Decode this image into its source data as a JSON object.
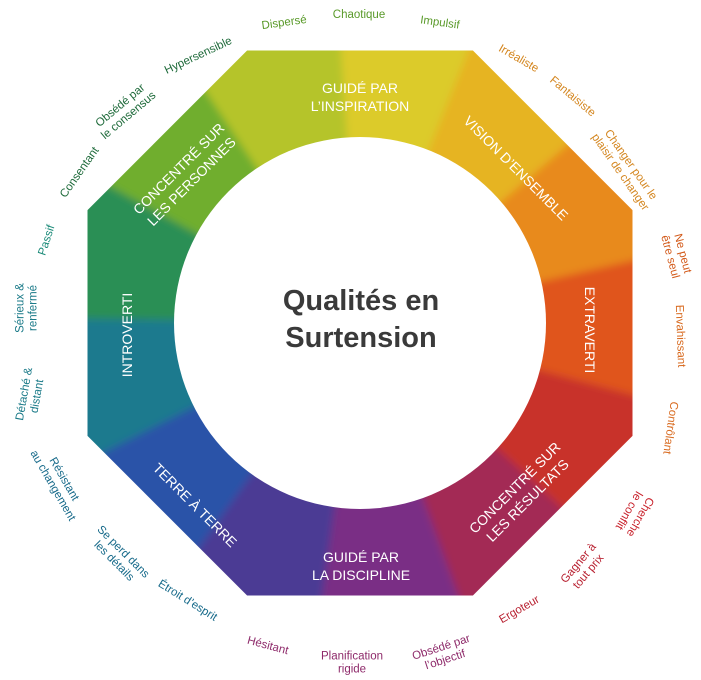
{
  "center_title": [
    "Qualités en",
    "Surtension"
  ],
  "segments": [
    {
      "label": [
        "GUIDÉ PAR",
        "L’INSPIRATION"
      ]
    },
    {
      "label": [
        "VISION D’ENSEMBLE"
      ]
    },
    {
      "label": [
        "EXTRAVERTI"
      ]
    },
    {
      "label": [
        "CONCENTRÉ SUR",
        "LES RÉSULTATS"
      ]
    },
    {
      "label": [
        "GUIDÉ PAR",
        "LA DISCIPLINE"
      ]
    },
    {
      "label": [
        "TERRE À TERRE"
      ]
    },
    {
      "label": [
        "INTROVERTI"
      ]
    },
    {
      "label": [
        "CONCENTRÉ SUR",
        "LES PERSONNES"
      ]
    }
  ],
  "ring_colors": [
    "#dccb2a",
    "#e6b420",
    "#e88a1c",
    "#e0541f",
    "#c8302c",
    "#a32a55",
    "#7a2d85",
    "#4b3a94",
    "#2b52a8",
    "#1d7a8e",
    "#2a8f55",
    "#6fae2f",
    "#b5c42a"
  ],
  "outer_words": [
    {
      "text": [
        "Dispersé"
      ],
      "color": "#5a9a2a"
    },
    {
      "text": [
        "Chaotique"
      ],
      "color": "#5a9a2a"
    },
    {
      "text": [
        "Impulsif"
      ],
      "color": "#5a9a2a"
    },
    {
      "text": [
        "Irréaliste"
      ],
      "color": "#d4861f"
    },
    {
      "text": [
        "Fantaisiste"
      ],
      "color": "#d4861f"
    },
    {
      "text": [
        "Changer pour le",
        "plaisir de changer"
      ],
      "color": "#d4861f"
    },
    {
      "text": [
        "Ne peut",
        "être seul"
      ],
      "color": "#d35a1a"
    },
    {
      "text": [
        "Envahissant"
      ],
      "color": "#d86a1f"
    },
    {
      "text": [
        "Contrôlant"
      ],
      "color": "#d86a1f"
    },
    {
      "text": [
        "Cherche",
        "le conflit"
      ],
      "color": "#c8202a"
    },
    {
      "text": [
        "Gagner à",
        "tout prix"
      ],
      "color": "#b82030"
    },
    {
      "text": [
        "Ergoteur"
      ],
      "color": "#b82030"
    },
    {
      "text": [
        "Obsédé par",
        "l’objectif"
      ],
      "color": "#8e2a6a"
    },
    {
      "text": [
        "Planification",
        "rigide"
      ],
      "color": "#8e2a6a"
    },
    {
      "text": [
        "Hésitant"
      ],
      "color": "#8e2a6a"
    },
    {
      "text": [
        "Étroit d’esprit"
      ],
      "color": "#176a8a"
    },
    {
      "text": [
        "Se perd dans",
        "les détails"
      ],
      "color": "#176a8a"
    },
    {
      "text": [
        "Résistant",
        "au changement"
      ],
      "color": "#176a8a"
    },
    {
      "text": [
        "Détaché &",
        "distant"
      ],
      "color": "#1a7a88"
    },
    {
      "text": [
        "Sérieux &",
        "renfermé"
      ],
      "color": "#1a7a88"
    },
    {
      "text": [
        "Passif"
      ],
      "color": "#1a8a78"
    },
    {
      "text": [
        "Consentant"
      ],
      "color": "#1e6a3a"
    },
    {
      "text": [
        "Obsédé par",
        "le consensus"
      ],
      "color": "#1e6a3a"
    },
    {
      "text": [
        "Hypersensible"
      ],
      "color": "#1e6a3a"
    }
  ]
}
